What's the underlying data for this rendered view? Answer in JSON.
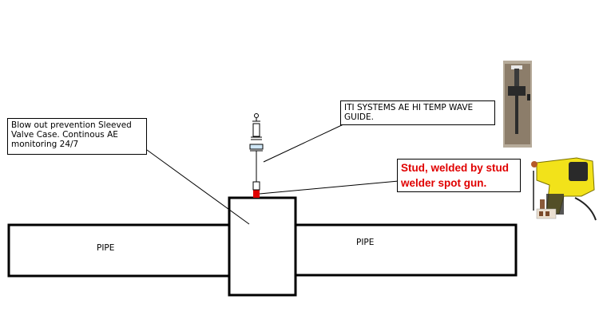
{
  "labels": {
    "pipe_left": "PIPE",
    "pipe_right": "PIPE",
    "sleeve_callout": "Blow out prevention Sleeved Valve Case. Continous AE monitoring 24/7",
    "waveguide_callout": "ITI SYSTEMS AE HI TEMP WAVE GUIDE.",
    "stud_callout": "Stud, welded by stud welder spot gun."
  },
  "colors": {
    "line": "#000000",
    "stud": "#e00000",
    "stud_text": "#e00000",
    "gun_body": "#f2e21a",
    "gun_dark": "#2a2a2a",
    "photo_bg": "#8c7d6a"
  },
  "icons": {
    "sensor": "ae-sensor-waveguide-icon",
    "waveguide_photo": "waveguide-photo",
    "stud_gun_photo": "stud-welder-gun-photo"
  }
}
